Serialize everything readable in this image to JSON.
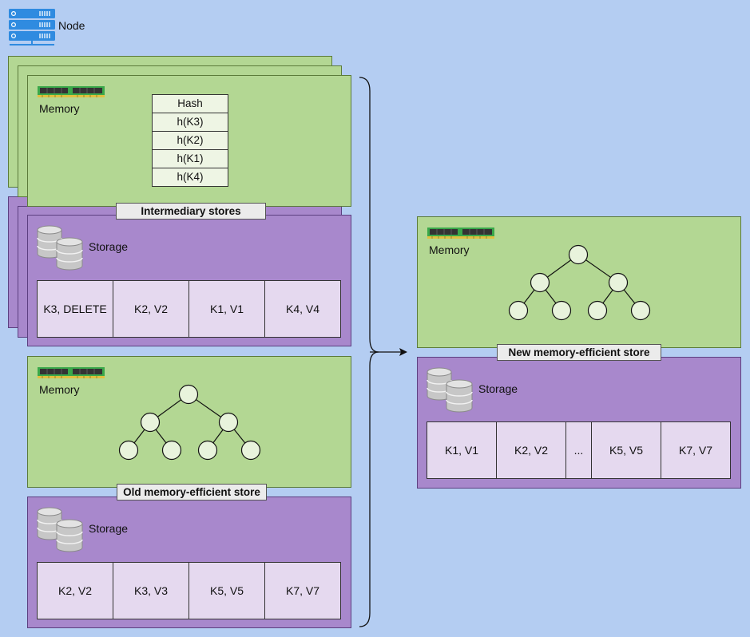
{
  "legend": {
    "node_label": "Node"
  },
  "intermediary": {
    "memory_label": "Memory",
    "hash_header": "Hash",
    "hash_rows": [
      "h(K3)",
      "h(K2)",
      "h(K1)",
      "h(K4)"
    ],
    "store_label": "Intermediary stores",
    "storage_label": "Storage",
    "cells": [
      "K3, DELETE",
      "K2, V2",
      "K1, V1",
      "K4, V4"
    ]
  },
  "old_store": {
    "memory_label": "Memory",
    "store_label": "Old memory-efficient store",
    "storage_label": "Storage",
    "cells": [
      "K2, V2",
      "K3, V3",
      "K5, V5",
      "K7, V7"
    ]
  },
  "new_store": {
    "memory_label": "Memory",
    "store_label": "New memory-efficient store",
    "storage_label": "Storage",
    "cells": [
      "K1, V1",
      "K2, V2",
      "...",
      "K5, V5",
      "K7, V7"
    ]
  },
  "colors": {
    "background": "#b4cdf2",
    "memory_green": "#b3d793",
    "storage_purple": "#a888cc",
    "cell_fill": "#e5d9ef",
    "node_blue": "#2f8be0"
  }
}
